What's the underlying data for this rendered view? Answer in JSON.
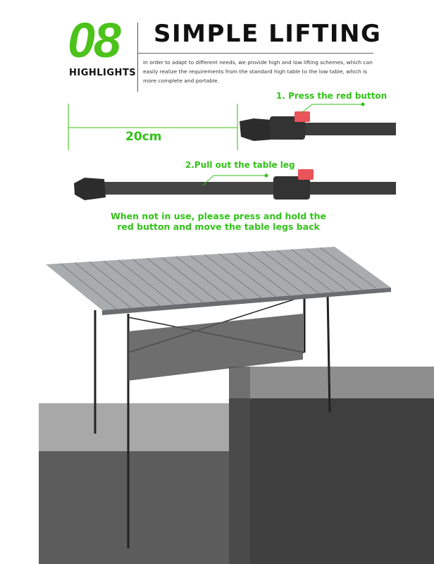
{
  "header": {
    "number": "08",
    "label": "HIGHLIGHTS",
    "title": "SIMPLE LIFTING",
    "description": "In order to adapt to different needs, we provide high and low lifting schemes, which can easily realize the requirements from the standard high table to the low table, which is more complete and portable."
  },
  "diagram": {
    "step1": "1. Press the red button",
    "dimension": "20cm",
    "step2": "2.Pull out the table leg",
    "note": "When not in use, please press and hold the red button and move the table legs back"
  },
  "colors": {
    "accent": "#4cc21a",
    "button": "#e9535a",
    "pole": "#3a3a3a"
  }
}
